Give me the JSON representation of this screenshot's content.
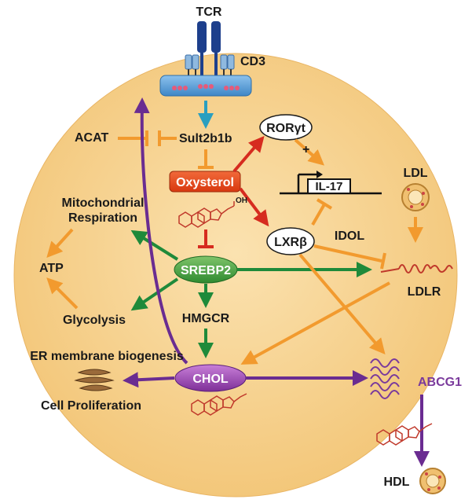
{
  "labels": {
    "tcr": "TCR",
    "cd3": "CD3",
    "acat": "ACAT",
    "sult2b1b": "Sult2b1b",
    "rorgt": "RORγt",
    "oxysterol": "Oxysterol",
    "il17": "IL-17",
    "plus": "+",
    "ldl": "LDL",
    "oh": "OH",
    "mito_line1": "Mitochondrial",
    "mito_line2": "Respiration",
    "lxrb": "LXRβ",
    "idol": "IDOL",
    "atp": "ATP",
    "srebp2": "SREBP2",
    "ldlr": "LDLR",
    "glycolysis": "Glycolysis",
    "hmgcr": "HMGCR",
    "er_membrane": "ER membrane biogenesis",
    "chol": "CHOL",
    "abcg1": "ABCG1",
    "cell_prolif": "Cell Proliferation",
    "hdl": "HDL"
  },
  "colors": {
    "cell": "#f7d38e",
    "orange_arrow": "#f29a2e",
    "green_arrow": "#1f8a3a",
    "red_arrow": "#d62b1f",
    "purple_arrow": "#6a2c91",
    "teal_arrow": "#2a9fc0",
    "oxysterol_box": "#e84a1c",
    "srebp2_ellipse": "#3f9d3a",
    "chol_ellipse": "#9a3fb0",
    "abcg1_text": "#7a3a9c",
    "membrane": "#5aa0d8",
    "tcr_blue": "#1d3f8c"
  }
}
